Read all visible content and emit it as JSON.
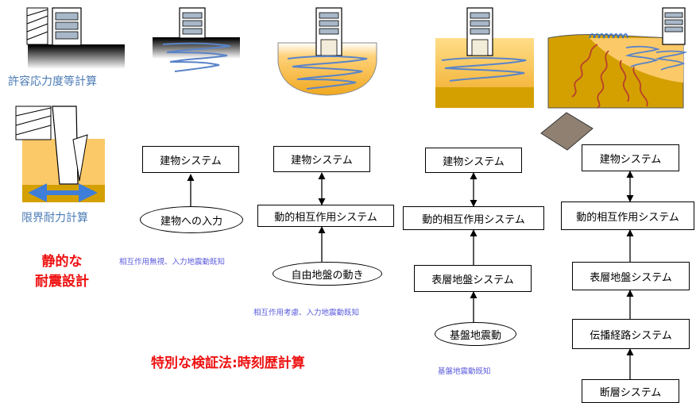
{
  "labels": {
    "allowable_stress": "許容応力度等計算",
    "limit_strength": "限界耐力計算",
    "static_design_1": "静的な",
    "static_design_2": "耐震設計",
    "special_method": "特別な検証法:時刻歴計算"
  },
  "columns": [
    {
      "boxes": [
        "建物システム"
      ],
      "oval": "建物への入力",
      "note": "相互作用無視、入力地震動既知"
    },
    {
      "boxes": [
        "建物システム",
        "動的相互作用システム"
      ],
      "oval": "自由地盤の動き",
      "note": "相互作用考慮、入力地震動既知"
    },
    {
      "boxes": [
        "建物システム",
        "動的相互作用システム",
        "表層地盤システム"
      ],
      "oval": "基盤地震動",
      "note": "基盤地震動既知"
    },
    {
      "boxes": [
        "建物システム",
        "動的相互作用システム",
        "表層地盤システム",
        "伝播経路システム",
        "断層システム"
      ]
    }
  ],
  "colors": {
    "soil": "#fcc968",
    "deep_soil": "#d4a000",
    "spring": "#5a84c8",
    "fault_spring": "#b8402a",
    "label_blue": "#4a7ab5",
    "note_blue": "#5a5adc",
    "accent_red": "#ee1111"
  }
}
